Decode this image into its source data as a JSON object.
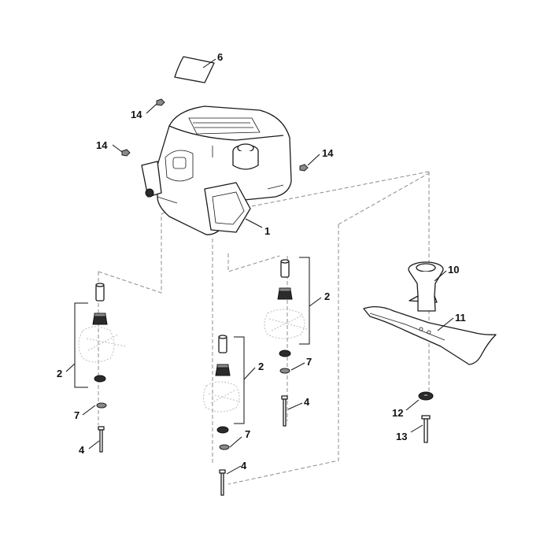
{
  "diagram": {
    "labels": {
      "engine": "1",
      "mount_left": "2",
      "mount_center": "2",
      "mount_right": "2",
      "bolt_center": "4",
      "bolt_left": "4",
      "bolt_right": "4",
      "cover": "6",
      "washer_left": "7",
      "washer_center": "7",
      "washer_right": "7",
      "adapter": "10",
      "blade": "11",
      "washer_blade": "12",
      "bolt_blade": "13",
      "nut_top": "14",
      "nut_left": "14",
      "nut_right": "14"
    }
  }
}
